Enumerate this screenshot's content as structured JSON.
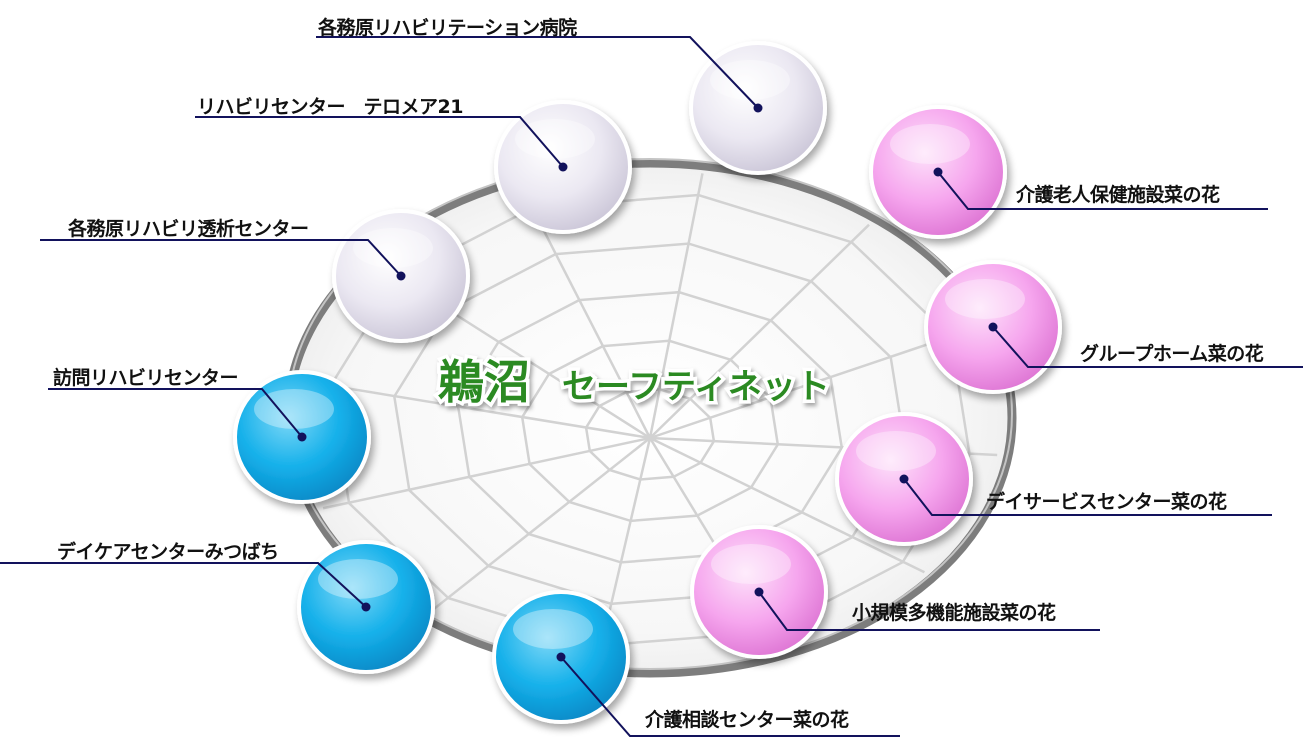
{
  "title": {
    "kanji": "鵜沼",
    "text": "セーフティネット"
  },
  "colors": {
    "lavender": "#e5e1ee",
    "pink": "#f39be9",
    "cyan": "#12aee9",
    "leader": "#12125c",
    "title_green": "#2b8a22"
  },
  "nodes": [
    {
      "label": "各務原リハビリテーション病院",
      "color": "lavender"
    },
    {
      "label": "リハビリセンター　テロメア21",
      "color": "lavender"
    },
    {
      "label": "各務原リハビリ透析センター",
      "color": "lavender"
    },
    {
      "label": "訪問リハビリセンター",
      "color": "cyan"
    },
    {
      "label": "デイケアセンターみつばち",
      "color": "cyan"
    },
    {
      "label": "介護相談センター菜の花",
      "color": "cyan"
    },
    {
      "label": "小規模多機能施設菜の花",
      "color": "pink"
    },
    {
      "label": "デイサービスセンター菜の花",
      "color": "pink"
    },
    {
      "label": "グループホーム菜の花",
      "color": "pink"
    },
    {
      "label": "介護老人保健施設菜の花",
      "color": "pink"
    }
  ]
}
